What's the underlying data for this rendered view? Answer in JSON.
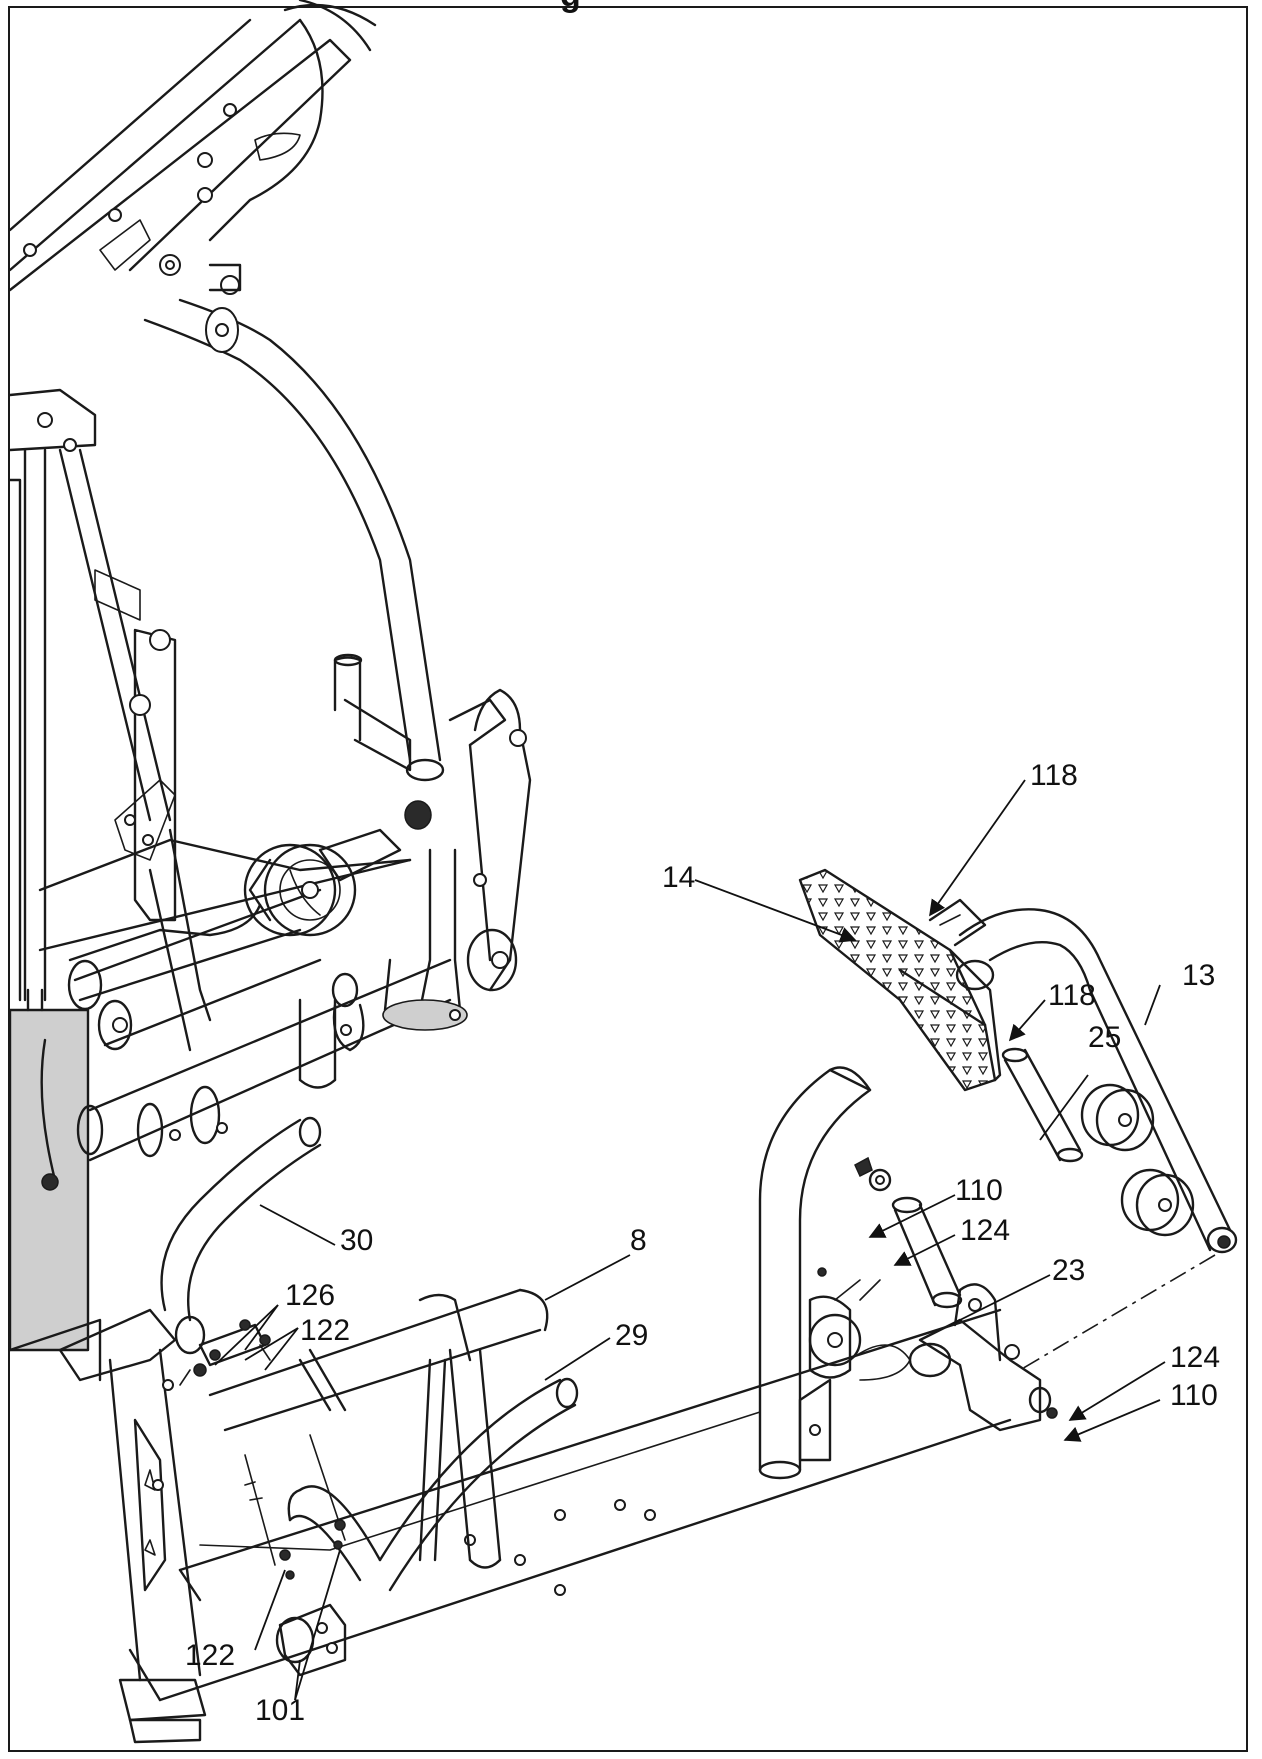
{
  "figure": {
    "title_fragment": "g",
    "arrow_color": "#111111",
    "line_color": "#1a1a1a",
    "background": "#ffffff"
  },
  "part_labels": [
    {
      "id": "118-top",
      "text": "118"
    },
    {
      "id": "14",
      "text": "14"
    },
    {
      "id": "13",
      "text": "13"
    },
    {
      "id": "118-mid",
      "text": "118"
    },
    {
      "id": "25",
      "text": "25"
    },
    {
      "id": "110-top",
      "text": "110"
    },
    {
      "id": "124-top",
      "text": "124"
    },
    {
      "id": "23",
      "text": "23"
    },
    {
      "id": "30",
      "text": "30"
    },
    {
      "id": "8",
      "text": "8"
    },
    {
      "id": "126",
      "text": "126"
    },
    {
      "id": "122-top",
      "text": "122"
    },
    {
      "id": "29",
      "text": "29"
    },
    {
      "id": "124-bottom",
      "text": "124"
    },
    {
      "id": "110-bottom",
      "text": "110"
    },
    {
      "id": "122-bottom",
      "text": "122"
    },
    {
      "id": "101",
      "text": "101"
    }
  ]
}
